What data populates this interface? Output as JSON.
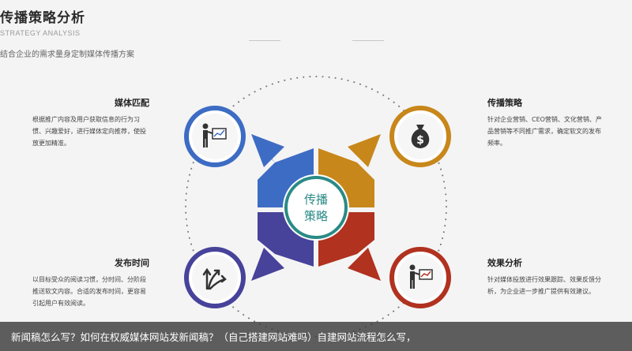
{
  "header": {
    "title": "传播策略分析",
    "subtitle_en": "STRATEGY ANALYSIS",
    "subtitle": "结合企业的需求量身定制媒体传播方案"
  },
  "center": {
    "line1": "传播",
    "line2": "策略"
  },
  "quadrants": {
    "top_left": {
      "title": "媒体匹配",
      "desc": "根据推广内容及用户获取信息的行为习惯、兴趣爱好，进行媒体定向推荐，使投放更加精准。",
      "icon": "presenter-chart-icon",
      "color": "#3d6cc4"
    },
    "top_right": {
      "title": "传播策略",
      "desc": "针对企业营销、CEO营销、文化营销、产品营销等不同推广需求，确定软文的发布频率。",
      "icon": "money-bag-icon",
      "color": "#c8871a"
    },
    "bottom_left": {
      "title": "发布时间",
      "desc": "以目标受众的阅读习惯，分时间、分阶段推送软文内容。合适的发布时间，更容易引起用户有效阅读。",
      "icon": "branching-arrows-icon",
      "color": "#47429a"
    },
    "bottom_right": {
      "title": "效果分析",
      "desc": "针对媒体投放进行效果跟踪、效果反馈分析，为企业进一步推广提供有效建议。",
      "icon": "presenter-chart-icon",
      "color": "#b0321f"
    }
  },
  "center_color": "#2a8a86",
  "caption": "新闻稿怎么写？如何在权威媒体网站发新闻稿？（自己搭建网站难吗）自建网站流程怎么写，"
}
